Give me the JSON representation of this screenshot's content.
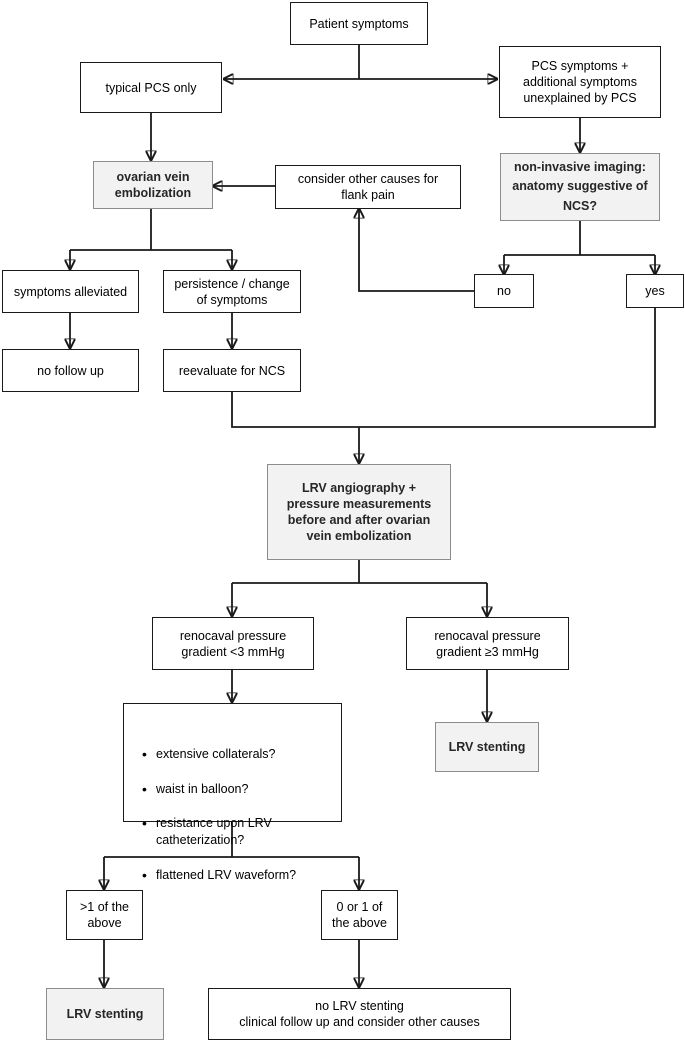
{
  "diagram": {
    "title": "Pelvic congestion syndrome / nutcracker syndrome management algorithm",
    "colors": {
      "line": "#1a1a1a",
      "node_fill": "#ffffff",
      "shaded_fill": "#f2f2f2",
      "shaded_border": "#8c8c8c",
      "text": "#000000"
    },
    "nodes": {
      "patient_symptoms": "Patient symptoms",
      "typical_pcs_only": "typical PCS only",
      "pcs_plus_additional": "PCS symptoms +\nadditional symptoms\nunexplained by PCS",
      "ovarian_vein_embolization": "ovarian vein\nembolization",
      "consider_other_causes_flank": "consider other causes for\nflank pain",
      "non_invasive_imaging": "non-invasive imaging:\nanatomy suggestive of\nNCS?",
      "symptoms_alleviated": "symptoms alleviated",
      "persistence_change": "persistence / change\nof symptoms",
      "no_branch": "no",
      "yes_branch": "yes",
      "no_follow_up": "no follow up",
      "reevaluate_for_ncs": "reevaluate for NCS",
      "lrv_angiography": "LRV angiography +\npressure measurements\nbefore and after ovarian\nvein embolization",
      "gradient_less_than_3": "renocaval pressure\ngradient <3 mmHg",
      "gradient_at_least_3": "renocaval pressure\ngradient ≥3 mmHg",
      "lrv_stenting_right": "LRV stenting",
      "criteria_list": [
        "extensive collaterals?",
        "waist in balloon?",
        "resistance upon LRV catheterization?",
        "flattened LRV waveform?"
      ],
      "more_than_1_above": ">1 of the\nabove",
      "zero_or_1_above": "0 or 1 of\nthe above",
      "lrv_stenting_bottom": "LRV stenting",
      "no_lrv_stenting": "no LRV stenting\nclinical follow up and consider other causes"
    }
  }
}
